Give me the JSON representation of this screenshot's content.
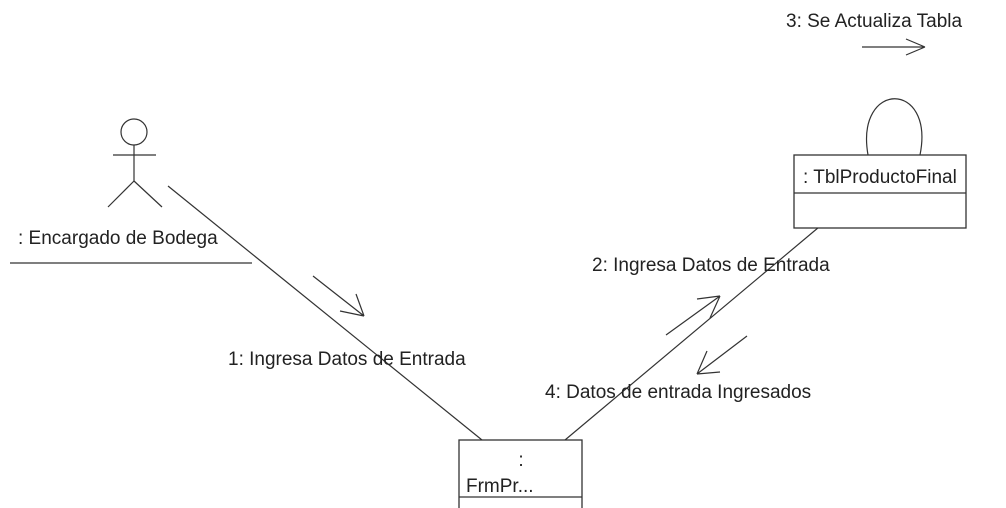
{
  "diagram": {
    "actor": {
      "name": ": Encargado de Bodega"
    },
    "objects": {
      "form": {
        "colon": ":",
        "name": "FrmPr..."
      },
      "table": {
        "name": ": TblProductoFinal"
      }
    },
    "messages": [
      {
        "label": "1: Ingresa Datos de Entrada"
      },
      {
        "label": "2: Ingresa Datos de Entrada"
      },
      {
        "label": "3: Se Actualiza Tabla"
      },
      {
        "label": "4: Datos de entrada  Ingresados"
      }
    ]
  }
}
